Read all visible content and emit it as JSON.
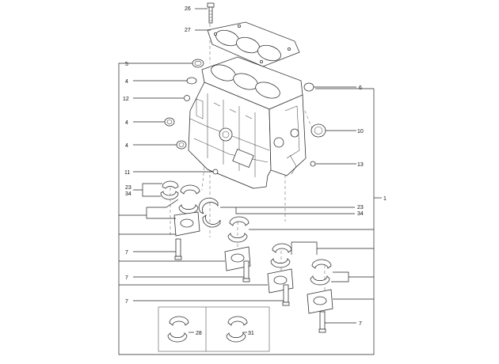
{
  "callouts": {
    "c26": "26",
    "c27": "27",
    "c5": "5",
    "c4a": "4",
    "c12": "12",
    "c4b": "4",
    "c4c": "4",
    "c11": "11",
    "c23a": "23",
    "c34a": "34",
    "c7a": "7",
    "c7b": "7",
    "c7c": "7",
    "c6": "6",
    "c10": "10",
    "c13": "13",
    "c1": "1",
    "c23b": "23",
    "c34b": "34",
    "c7d": "7",
    "c28": "28",
    "c31": "31"
  }
}
